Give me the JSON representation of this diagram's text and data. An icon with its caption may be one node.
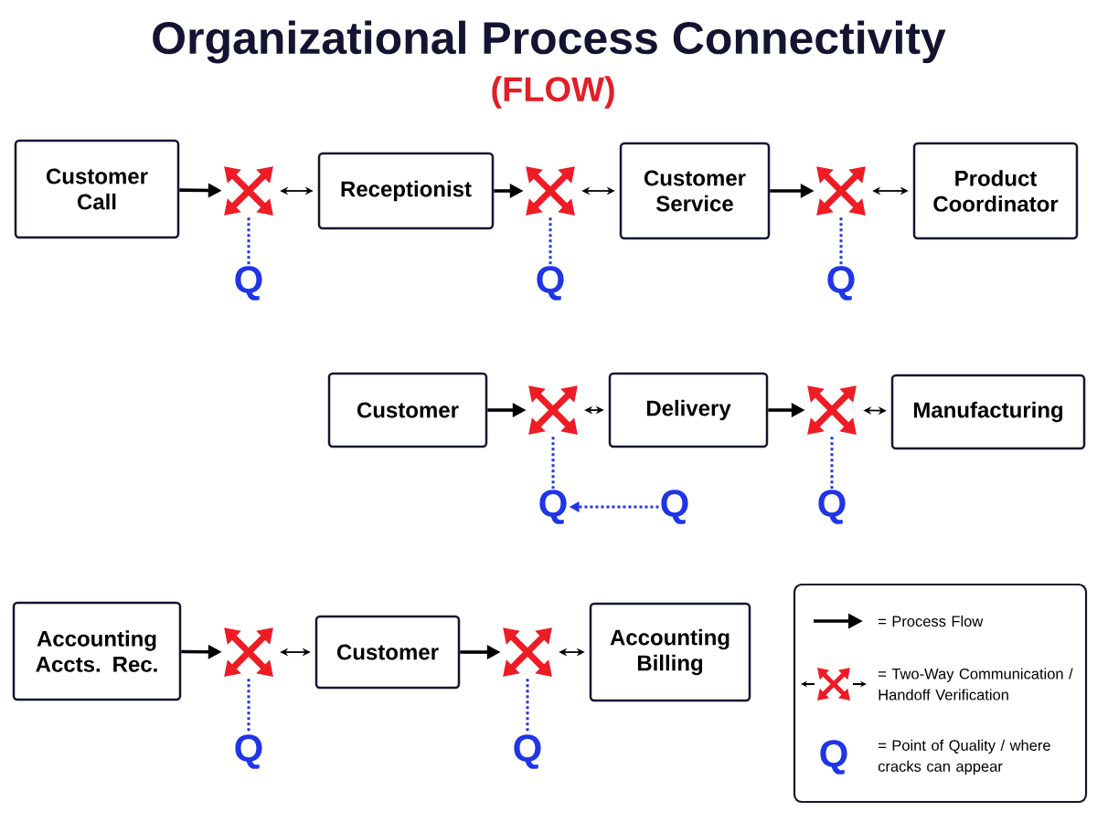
{
  "diagram": {
    "title": "Organizational Process Connectivity",
    "caption": "(FLOW)",
    "nodes": [
      {
        "text": [
          "Customer Call"
        ]
      },
      {
        "text": [],
        "shape": "cross"
      },
      {
        "text": [
          "Receptionist"
        ]
      },
      {
        "text": [],
        "shape": "cross"
      },
      {
        "text": [
          "Customer Service"
        ]
      },
      {
        "text": [],
        "shape": "cross"
      },
      {
        "text": [
          "Product Coordinator"
        ]
      },
      {
        "text": [
          "Q"
        ]
      },
      {
        "text": [
          "Q"
        ]
      },
      {
        "text": [
          "Q"
        ]
      },
      {
        "text": [
          "Customer"
        ]
      },
      {
        "text": [],
        "shape": "cross"
      },
      {
        "text": [
          "Delivery"
        ]
      },
      {
        "text": [],
        "shape": "cross"
      },
      {
        "text": [
          "Manufacturing"
        ]
      },
      {
        "text": [
          "Q"
        ]
      },
      {
        "text": [
          "Q"
        ]
      },
      {
        "text": [
          "Q"
        ]
      },
      {
        "text": [
          "Accounting Accts. Rec."
        ]
      },
      {
        "text": [],
        "shape": "cross"
      },
      {
        "text": [
          "Customer"
        ]
      },
      {
        "text": [],
        "shape": "cross"
      },
      {
        "text": [
          "Accounting Billing"
        ]
      },
      {
        "text": [
          "Q"
        ]
      },
      {
        "text": [
          "Q"
        ]
      }
    ],
    "edges": [
      {
        "from": 0,
        "to": 1,
        "arrow": "to"
      },
      {
        "from": 1,
        "to": 2,
        "arrow": "both"
      },
      {
        "from": 2,
        "to": 3,
        "arrow": "to"
      },
      {
        "from": 3,
        "to": 4,
        "arrow": "both"
      },
      {
        "from": 4,
        "to": 5,
        "arrow": "to"
      },
      {
        "from": 5,
        "to": 6,
        "arrow": "both"
      },
      {
        "from": 1,
        "to": 7,
        "arrow": "none",
        "style": "dashed",
        "color": "#1f35e6"
      },
      {
        "from": 3,
        "to": 8,
        "arrow": "none",
        "style": "dashed",
        "color": "#1f35e6"
      },
      {
        "from": 5,
        "to": 9,
        "arrow": "none",
        "style": "dashed",
        "color": "#1f35e6"
      },
      {
        "from": 10,
        "to": 11,
        "arrow": "to"
      },
      {
        "from": 11,
        "to": 12,
        "arrow": "both"
      },
      {
        "from": 12,
        "to": 13,
        "arrow": "to"
      },
      {
        "from": 13,
        "to": 14,
        "arrow": "both"
      },
      {
        "from": 11,
        "to": 15,
        "arrow": "none",
        "style": "dashed",
        "color": "#1f35e6"
      },
      {
        "from": 16,
        "to": 15,
        "arrow": "to",
        "style": "dashed",
        "color": "#1f35e6"
      },
      {
        "from": 13,
        "to": 17,
        "arrow": "none",
        "style": "dashed",
        "color": "#1f35e6"
      },
      {
        "from": 18,
        "to": 19,
        "arrow": "to"
      },
      {
        "from": 19,
        "to": 20,
        "arrow": "both"
      },
      {
        "from": 20,
        "to": 21,
        "arrow": "to"
      },
      {
        "from": 21,
        "to": 22,
        "arrow": "both"
      },
      {
        "from": 19,
        "to": 23,
        "arrow": "none",
        "style": "dashed",
        "color": "#1f35e6"
      },
      {
        "from": 21,
        "to": 24,
        "arrow": "none",
        "style": "dashed",
        "color": "#1f35e6"
      }
    ],
    "labels": [
      "Q"
    ],
    "legend": [
      {
        "text": "= Process Flow"
      },
      {
        "text": "= Two-Way Communication / Handoff Verification"
      },
      {
        "text": "= Point of Quality / where cracks can appear"
      }
    ]
  }
}
